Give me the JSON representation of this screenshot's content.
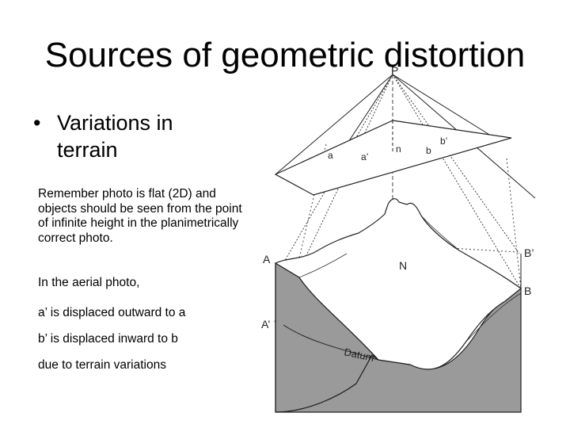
{
  "title": "Sources of geometric distortion",
  "bullet": {
    "text": "Variations in terrain"
  },
  "paragraphs": [
    "Remember photo is flat (2D) and objects should be seen from the point of infinite height in the planimetrically correct photo.",
    "In the aerial photo,",
    "a’ is displaced outward to a",
    "b’ is displaced inward to b",
    "due to terrain variations"
  ],
  "diagram": {
    "labels": {
      "p": "P",
      "n_plane": "n",
      "a_plane": "a",
      "a_prime_plane": "a’",
      "b_plane": "b",
      "b_prime_plane": "b’",
      "n_ground": "N",
      "A": "A",
      "A_prime": "A’",
      "B_prime": "B’",
      "B": "B",
      "datum": "Datum"
    }
  }
}
